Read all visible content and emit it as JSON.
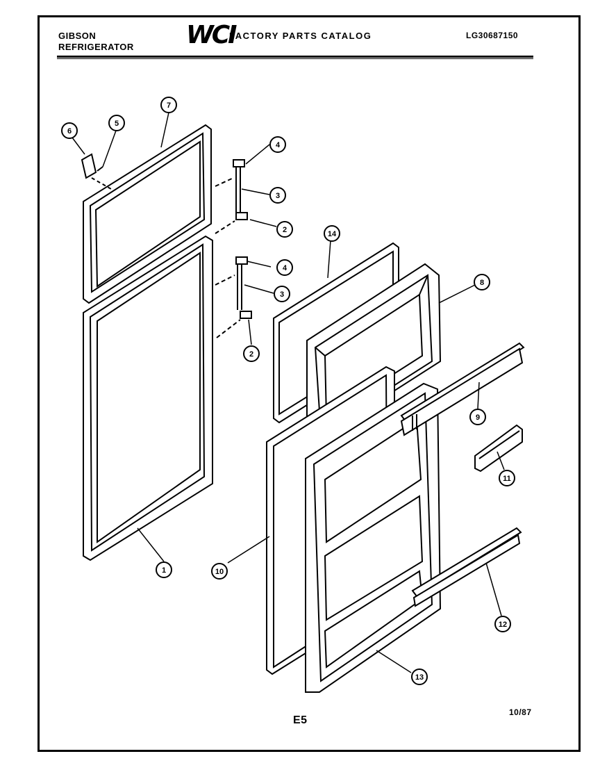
{
  "header": {
    "brand_line1": "GIBSON",
    "brand_line2": "REFRIGERATOR",
    "logo_text": "WCI",
    "catalog_title": "FACTORY PARTS CATALOG",
    "catalog_number": "LG30687150"
  },
  "footer": {
    "page_code": "E5",
    "date_code": "10/87"
  },
  "callouts": {
    "c1": "1",
    "c2a": "2",
    "c2b": "2",
    "c3a": "3",
    "c3b": "3",
    "c4a": "4",
    "c4b": "4",
    "c5": "5",
    "c6": "6",
    "c7": "7",
    "c8": "8",
    "c9": "9",
    "c10": "10",
    "c11": "11",
    "c12": "12",
    "c13": "13",
    "c14": "14"
  },
  "colors": {
    "ink": "#000000",
    "paper": "#ffffff"
  }
}
